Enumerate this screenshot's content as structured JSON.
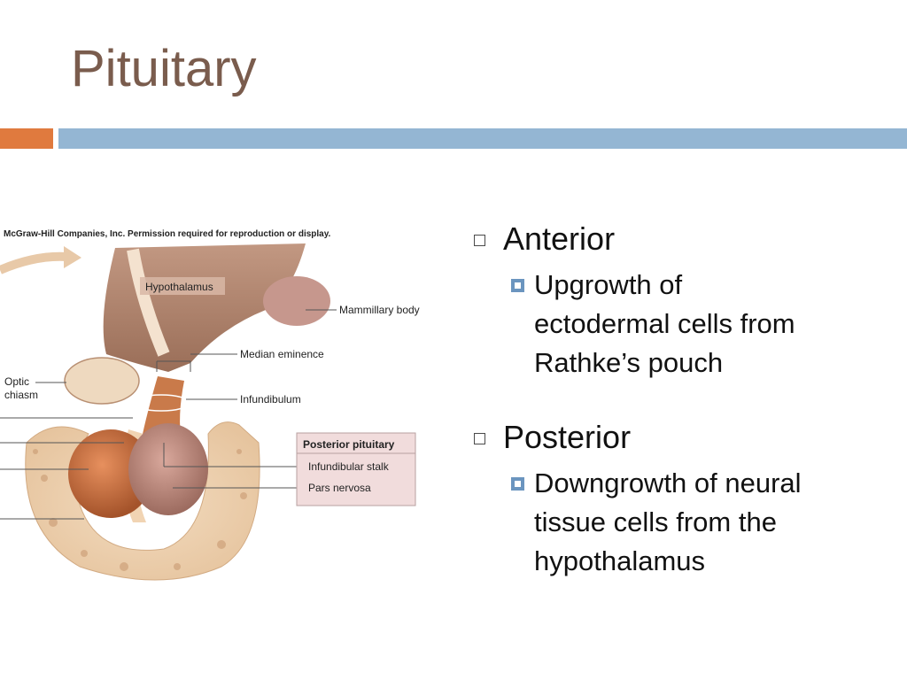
{
  "slide": {
    "title": "Pituitary"
  },
  "figure": {
    "copyright": "McGraw-Hill Companies, Inc. Permission required for reproduction or display.",
    "labels": {
      "hypothalamus": "Hypothalamus",
      "mammillary_body": "Mammillary body",
      "median_eminence": "Median eminence",
      "optic": "Optic",
      "chiasm": "chiasm",
      "infundibulum": "Infundibulum",
      "posterior_pituitary": "Posterior pituitary",
      "infundibular_stalk": "Infundibular stalk",
      "pars_nervosa": "Pars nervosa"
    }
  },
  "bullets": [
    {
      "heading": "Anterior",
      "sub": [
        "Upgrowth of",
        "ectodermal cells from",
        "Rathke’s pouch"
      ]
    },
    {
      "heading": "Posterior",
      "sub": [
        "Downgrowth of neural",
        "tissue cells from the",
        "hypothalamus"
      ]
    }
  ],
  "colors": {
    "title": "#7a5c4d",
    "accent_bar": "#e07a3e",
    "main_bar": "#94b6d3",
    "sub_bullet": "#6b95bf"
  }
}
